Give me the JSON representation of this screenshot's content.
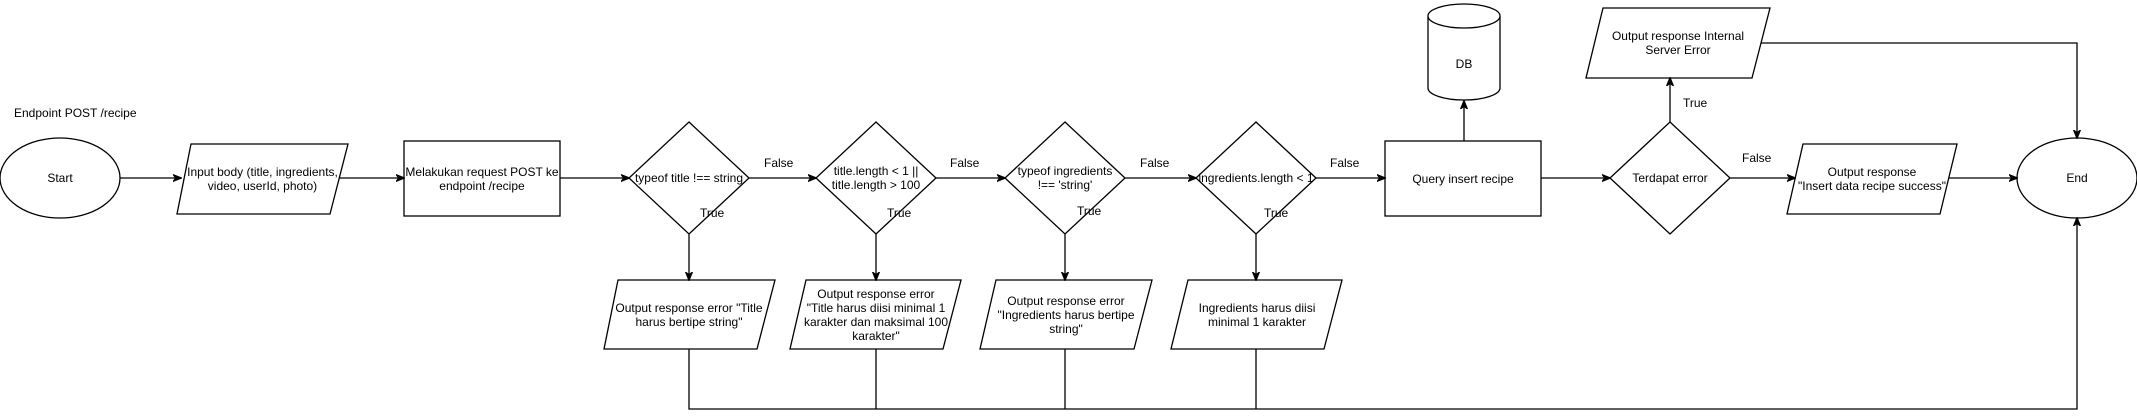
{
  "title": "Endpoint POST /recipe",
  "nodes": {
    "start": "Start",
    "input_body": "Input body (title, ingredients,\nvideo, userId, photo)",
    "request": "Melakukan request POST ke\nendpoint /recipe",
    "check_title_type": "typeof title !== string",
    "check_title_length": "title.length < 1 ||\ntitle.length > 100",
    "check_ingredients_type": "typeof ingredients\n!== 'string'",
    "check_ingredients_length": "ingredients.length < 1",
    "query_insert": "Query insert recipe",
    "db": "DB",
    "check_error": "Terdapat error",
    "output_internal_error": "Output response Internal\nServer Error",
    "output_success": "Output response\n\"Insert data recipe success\"",
    "end": "End",
    "error_title_type": "Output response error \"Title\nharus bertipe string\"",
    "error_title_length": "Output response error\n\"Title harus diisi minimal 1\nkarakter dan maksimal 100\nkarakter\"",
    "error_ingredients_type": "Output response error\n\"Ingredients harus bertipe\nstring\"",
    "error_ingredients_length": "Ingredients harus diisi\nminimal 1 karakter"
  },
  "edge_labels": {
    "false_1": "False",
    "false_2": "False",
    "false_3": "False",
    "false_4": "False",
    "false_5": "False",
    "true_1": "True",
    "true_2": "True",
    "true_3": "True",
    "true_4": "True",
    "true_5": "True"
  }
}
